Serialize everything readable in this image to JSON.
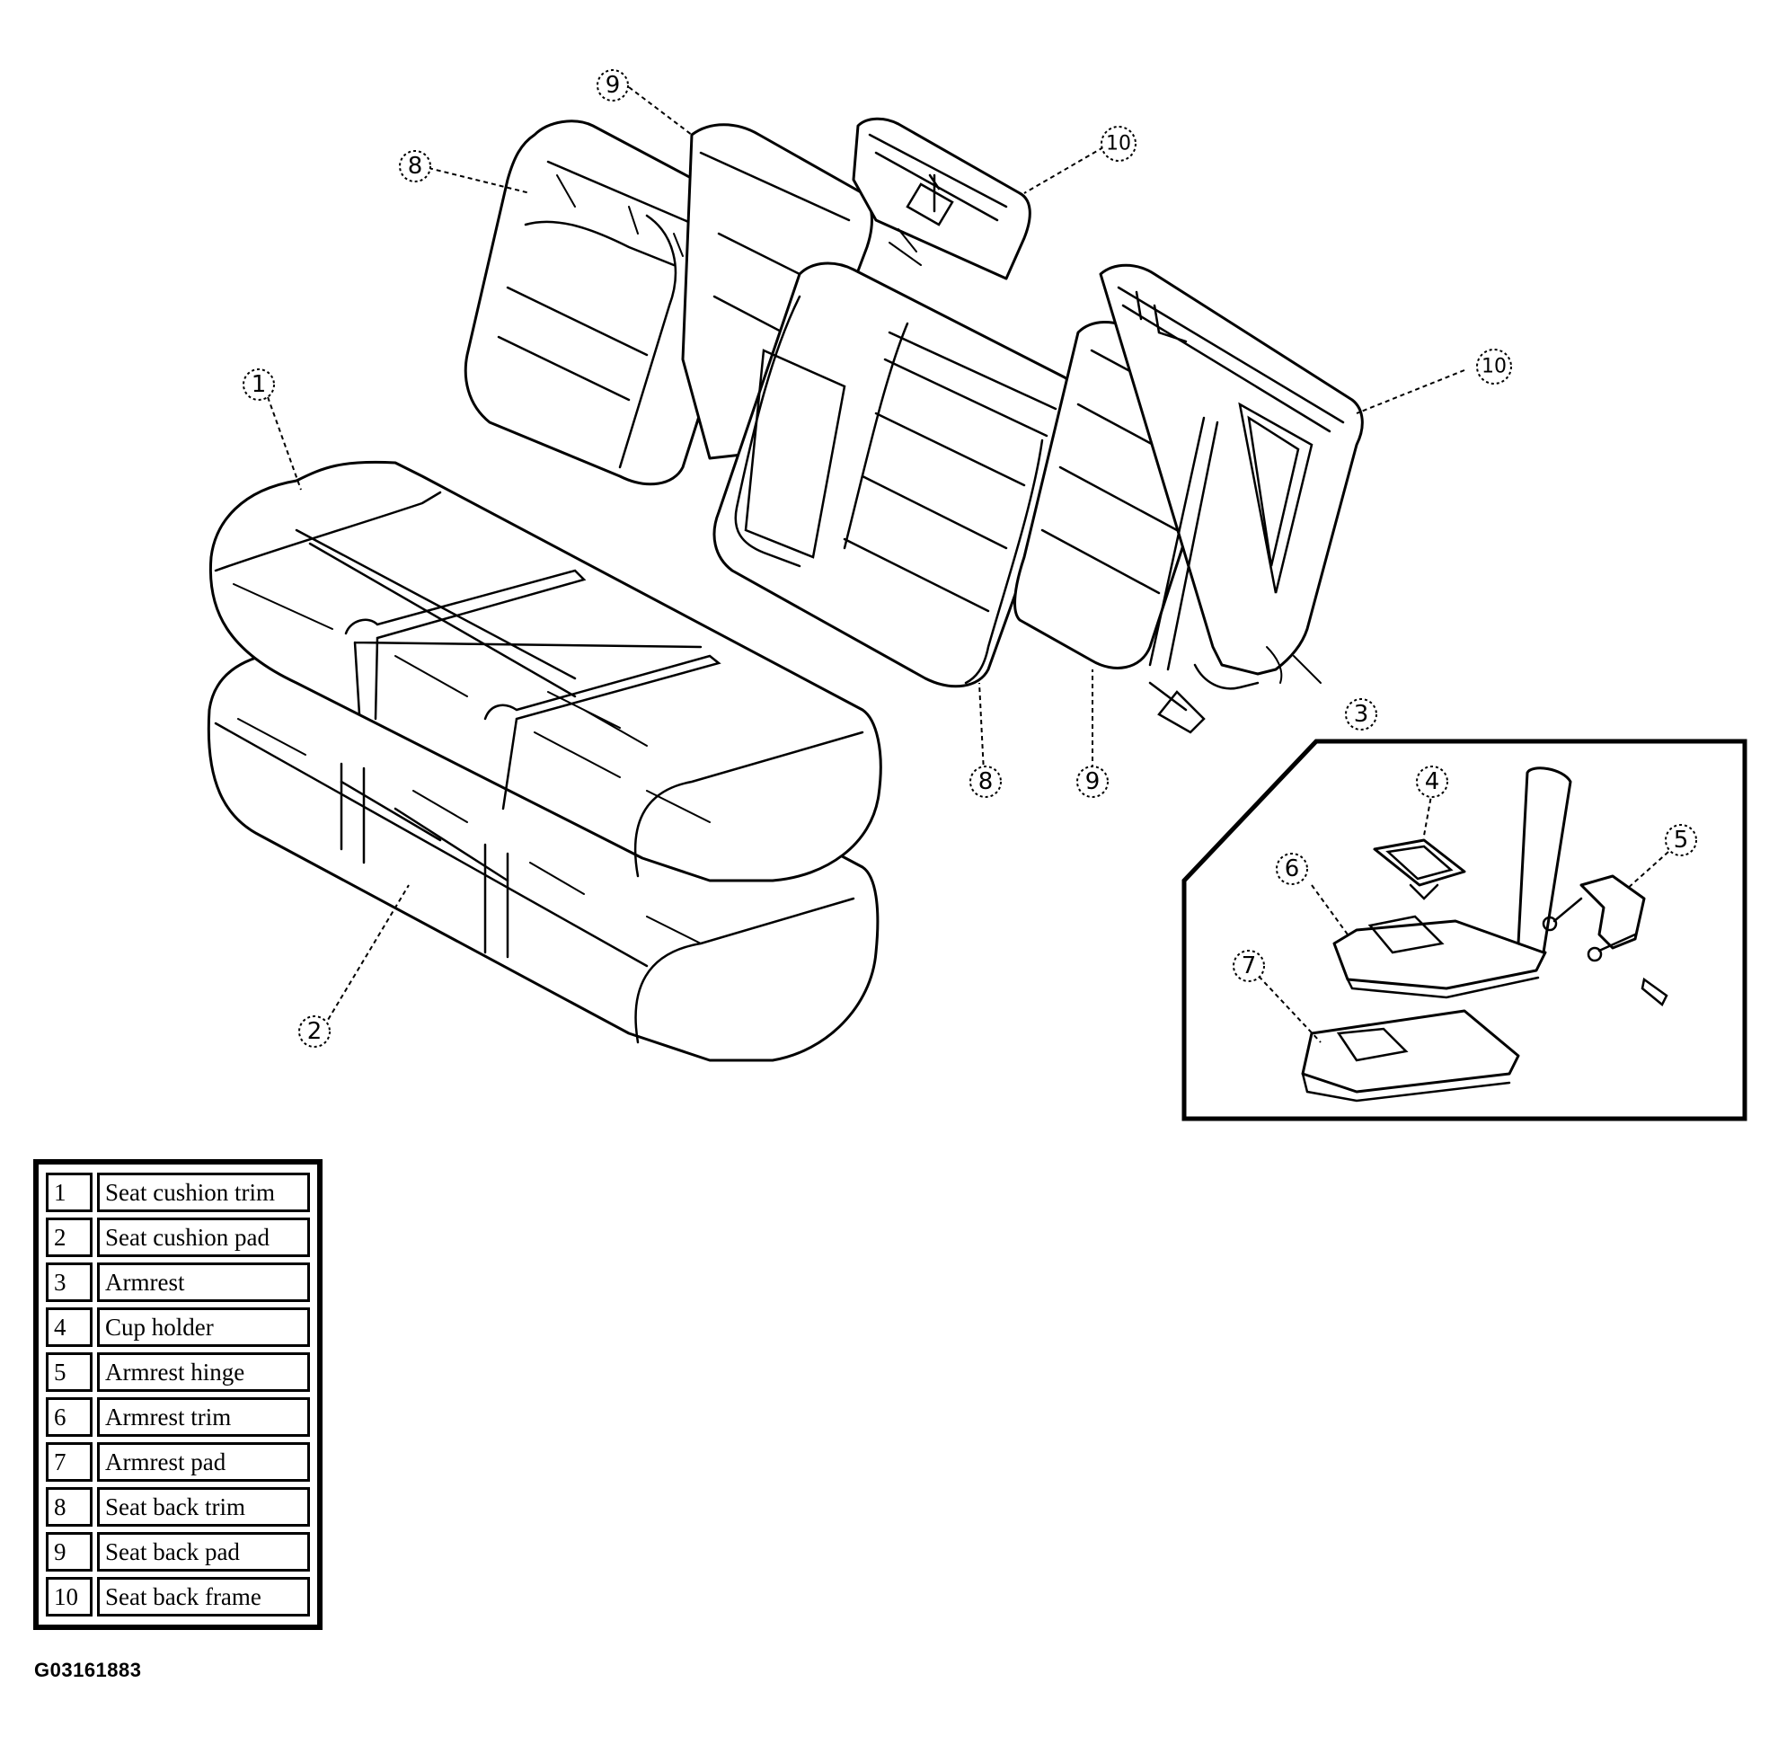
{
  "diagram": {
    "parts": [
      {
        "id": "1",
        "name": "Seat cushion trim"
      },
      {
        "id": "2",
        "name": "Seat cushion pad"
      },
      {
        "id": "3",
        "name": "Armrest"
      },
      {
        "id": "4",
        "name": "Cup holder"
      },
      {
        "id": "5",
        "name": "Armrest hinge"
      },
      {
        "id": "6",
        "name": "Armrest trim"
      },
      {
        "id": "7",
        "name": "Armrest pad"
      },
      {
        "id": "8",
        "name": "Seat back trim"
      },
      {
        "id": "9",
        "name": "Seat back pad"
      },
      {
        "id": "10",
        "name": "Seat back frame"
      }
    ],
    "callouts": {
      "c1": "1",
      "c2": "2",
      "c3": "3",
      "c4": "4",
      "c5": "5",
      "c6": "6",
      "c7": "7",
      "c8a": "8",
      "c8b": "8",
      "c9a": "9",
      "c9b": "9",
      "c10a": "10",
      "c10b": "10"
    },
    "figure_code": "G03161883"
  }
}
